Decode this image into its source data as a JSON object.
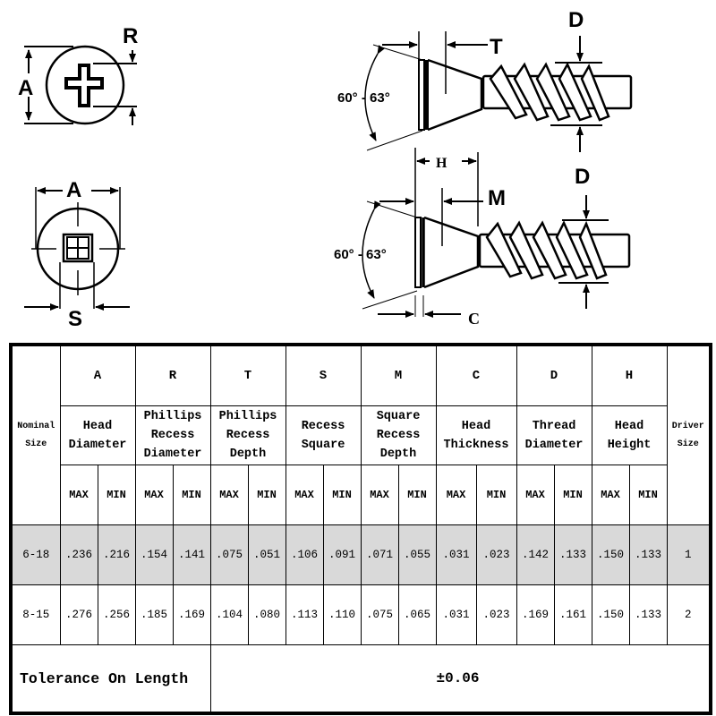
{
  "diagrams": {
    "phillips_head": {
      "labels": {
        "diameter": "A",
        "recess": "R"
      }
    },
    "square_head": {
      "labels": {
        "diameter": "A",
        "square": "S"
      }
    },
    "phillips_side": {
      "labels": {
        "angle": "60° - 63°",
        "depth": "T",
        "thread": "D"
      }
    },
    "square_side": {
      "labels": {
        "angle": "60° - 63°",
        "height": "H",
        "depth": "M",
        "thread": "D",
        "thickness": "C"
      }
    }
  },
  "table": {
    "nominal_header": [
      "Nominal",
      "Size"
    ],
    "driver_header": [
      "Driver",
      "Size"
    ],
    "columns": [
      {
        "letter": "A",
        "desc": [
          "Head",
          "Diameter"
        ]
      },
      {
        "letter": "R",
        "desc": [
          "Phillips",
          "Recess",
          "Diameter"
        ]
      },
      {
        "letter": "T",
        "desc": [
          "Phillips",
          "Recess",
          "Depth"
        ]
      },
      {
        "letter": "S",
        "desc": [
          "Recess",
          "Square"
        ]
      },
      {
        "letter": "M",
        "desc": [
          "Square",
          "Recess",
          "Depth"
        ]
      },
      {
        "letter": "C",
        "desc": [
          "Head",
          "Thickness"
        ]
      },
      {
        "letter": "D",
        "desc": [
          "Thread",
          "Diameter"
        ]
      },
      {
        "letter": "H",
        "desc": [
          "Head",
          "Height"
        ]
      }
    ],
    "max_label": "MAX",
    "min_label": "MIN",
    "rows": [
      {
        "size": "6-18",
        "values": [
          ".236",
          ".216",
          ".154",
          ".141",
          ".075",
          ".051",
          ".106",
          ".091",
          ".071",
          ".055",
          ".031",
          ".023",
          ".142",
          ".133",
          ".150",
          ".133"
        ],
        "driver": "1"
      },
      {
        "size": "8-15",
        "values": [
          ".276",
          ".256",
          ".185",
          ".169",
          ".104",
          ".080",
          ".113",
          ".110",
          ".075",
          ".065",
          ".031",
          ".023",
          ".169",
          ".161",
          ".150",
          ".133"
        ],
        "driver": "2"
      }
    ],
    "tolerance_label": "Tolerance On Length",
    "tolerance_value": "±0.06"
  },
  "colors": {
    "shaded_row": "#d9d9d9",
    "line": "#000000"
  }
}
